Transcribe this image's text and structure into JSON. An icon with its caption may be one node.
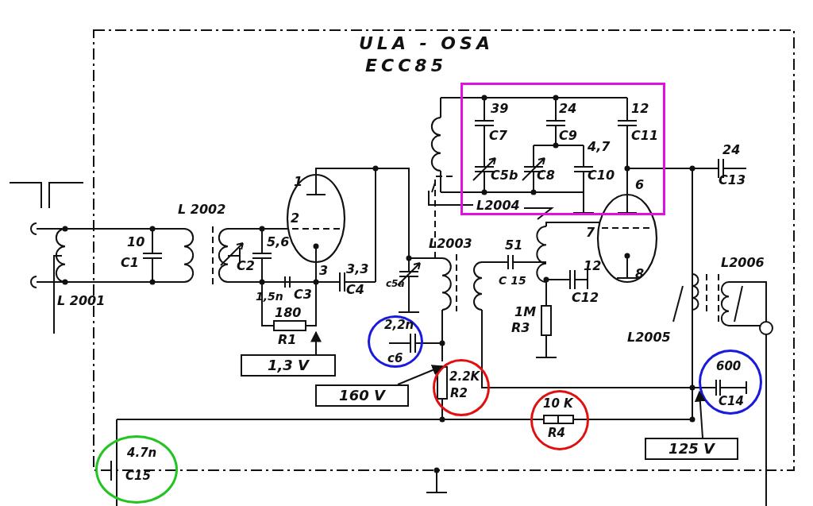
{
  "diagram": {
    "nodes": [
      {
        "text": [
          "39",
          "24",
          "12",
          "C7",
          "C9",
          "C11",
          "4,7",
          "C5b",
          "C8",
          "C10",
          "6",
          "L2004"
        ]
      },
      {
        "text": [
          "2,2n",
          "c6"
        ]
      },
      {
        "text": [
          "2.2K",
          "R2"
        ]
      },
      {
        "text": [
          "10 K",
          "R4"
        ]
      },
      {
        "text": [
          "600",
          "C14"
        ]
      },
      {
        "text": [
          "4.7n",
          "C15"
        ]
      },
      {
        "text": [
          "1,3 V"
        ]
      },
      {
        "text": [
          "160 V"
        ]
      },
      {
        "text": [
          "125 V"
        ]
      }
    ],
    "edges": [
      {
        "from": 6,
        "to": null,
        "arrow": "to"
      },
      {
        "from": 7,
        "to": 2,
        "arrow": "to"
      },
      {
        "from": 8,
        "to": 4,
        "arrow": "to"
      }
    ],
    "labels": [
      "ULA - OSA",
      "ECC85",
      "L 2002",
      "L 2001",
      "10",
      "C1",
      "1",
      "2",
      "5,6",
      "C2",
      "3",
      "3,3",
      "1,5n",
      "C3",
      "C4",
      "180",
      "R1",
      "c5a",
      "L2003",
      "24",
      "C13",
      "51",
      "7",
      "C 15",
      "12",
      "C12",
      "8",
      "1M",
      "R3",
      "L2006",
      "L2005"
    ]
  }
}
